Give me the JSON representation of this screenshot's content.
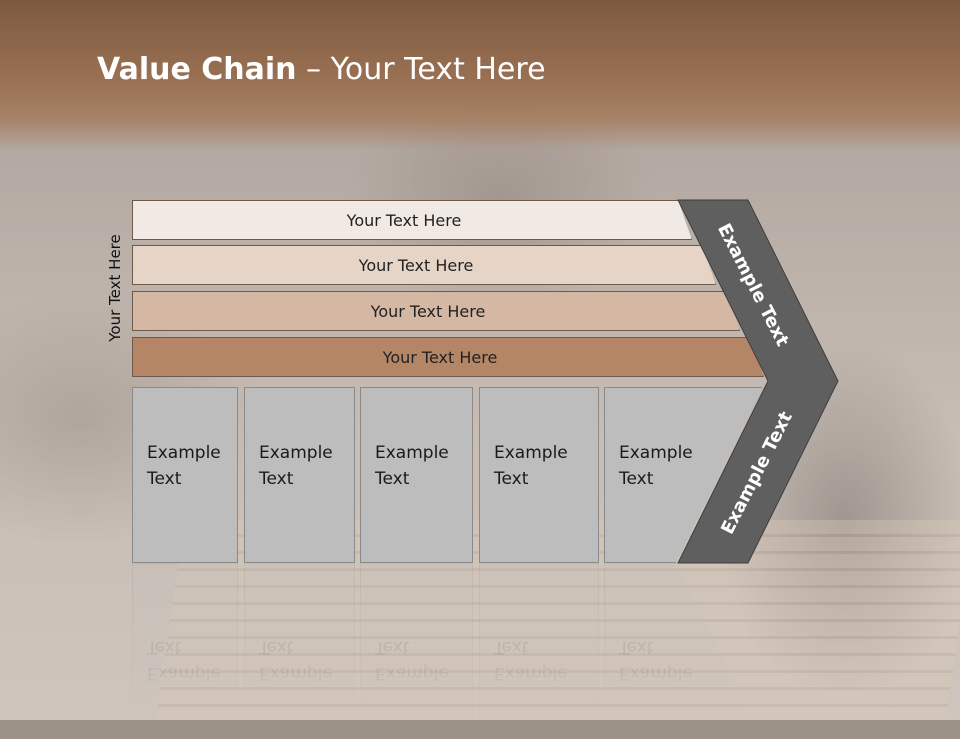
{
  "title": {
    "bold": "Value Chain",
    "rest": " – Your Text Here"
  },
  "side_label": "Your Text Here",
  "bars": [
    {
      "label": "Your Text Here",
      "color": "#f1e9e4"
    },
    {
      "label": "Your Text Here",
      "color": "#e6d4c7"
    },
    {
      "label": "Your Text Here",
      "color": "#d5b8a3"
    },
    {
      "label": "Your Text Here",
      "color": "#b58666"
    }
  ],
  "blocks": [
    {
      "line1": "Example",
      "line2": "Text"
    },
    {
      "line1": "Example",
      "line2": "Text"
    },
    {
      "line1": "Example",
      "line2": "Text"
    },
    {
      "line1": "Example",
      "line2": "Text"
    },
    {
      "line1": "Example",
      "line2": "Text"
    }
  ],
  "arrow": {
    "top_text": "Example Text",
    "bottom_text": "Example Text",
    "fill": "#5f5f5f"
  }
}
